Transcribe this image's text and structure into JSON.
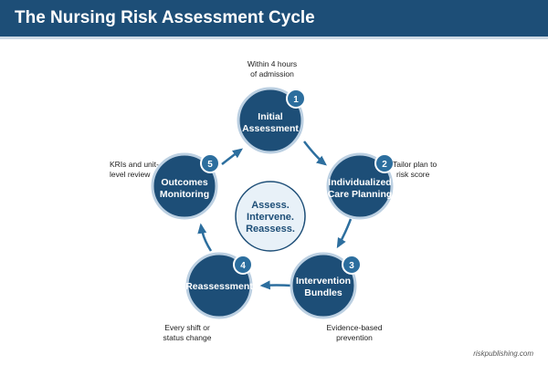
{
  "title": "The Nursing Risk Assessment Cycle",
  "center_label": [
    "Assess.",
    "Intervene.",
    "Reassess."
  ],
  "steps": [
    {
      "number": "1",
      "label": [
        "Initial",
        "Assessment"
      ],
      "note": [
        "Within 4 hours",
        "of admission"
      ]
    },
    {
      "number": "2",
      "label": [
        "Individualized",
        "Care Planning"
      ],
      "note": [
        "Tailor plan to",
        "risk score"
      ]
    },
    {
      "number": "3",
      "label": [
        "Intervention",
        "Bundles"
      ],
      "note": [
        "Evidence-based",
        "prevention"
      ]
    },
    {
      "number": "4",
      "label": [
        "Reassessment"
      ],
      "note": [
        "Every shift or",
        "status change"
      ]
    },
    {
      "number": "5",
      "label": [
        "Outcomes",
        "Monitoring"
      ],
      "note": [
        "KRIs and unit-",
        "level review"
      ]
    }
  ],
  "footer": "riskpublishing.com",
  "colors": {
    "primary": "#1d4e77",
    "node_ring": "#bcd0e2",
    "center_fill": "#e8f1f8",
    "arrow": "#2c6e9e"
  }
}
